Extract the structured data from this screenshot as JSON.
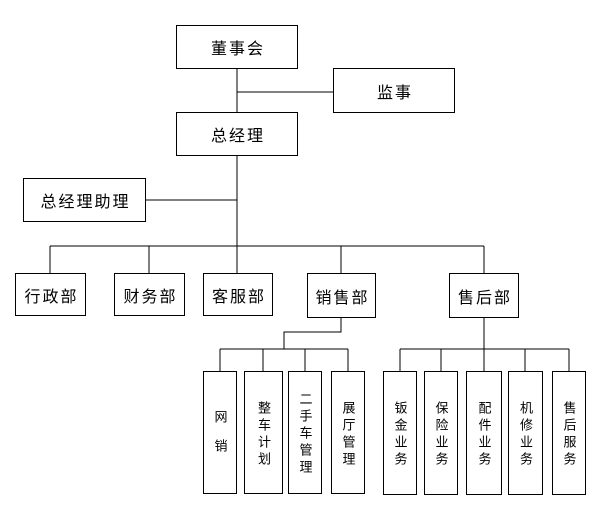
{
  "diagram": {
    "type": "org-chart",
    "background_color": "#ffffff",
    "line_color": "#000000",
    "text_color": "#000000",
    "nodes": {
      "board": {
        "label": "董事会"
      },
      "supervisor": {
        "label": "监事"
      },
      "general_manager": {
        "label": "总经理"
      },
      "gm_assistant": {
        "label": "总经理助理"
      },
      "departments": [
        {
          "label": "行政部"
        },
        {
          "label": "财务部"
        },
        {
          "label": "客服部"
        },
        {
          "label": "销售部"
        },
        {
          "label": "售后部"
        }
      ],
      "sales_units": [
        {
          "label": "网销"
        },
        {
          "label": "整车计划"
        },
        {
          "label": "二手车管理"
        },
        {
          "label": "展厅管理"
        }
      ],
      "aftersales_units": [
        {
          "label": "钣金业务"
        },
        {
          "label": "保险业务"
        },
        {
          "label": "配件业务"
        },
        {
          "label": "机修业务"
        },
        {
          "label": "售后服务"
        }
      ]
    },
    "hierarchy": {
      "董事会": [
        "监事",
        "总经理"
      ],
      "总经理": [
        "总经理助理",
        "行政部",
        "财务部",
        "客服部",
        "销售部",
        "售后部"
      ],
      "销售部": [
        "网销",
        "整车计划",
        "二手车管理",
        "展厅管理"
      ],
      "售后部": [
        "钣金业务",
        "保险业务",
        "配件业务",
        "机修业务",
        "售后服务"
      ]
    }
  }
}
